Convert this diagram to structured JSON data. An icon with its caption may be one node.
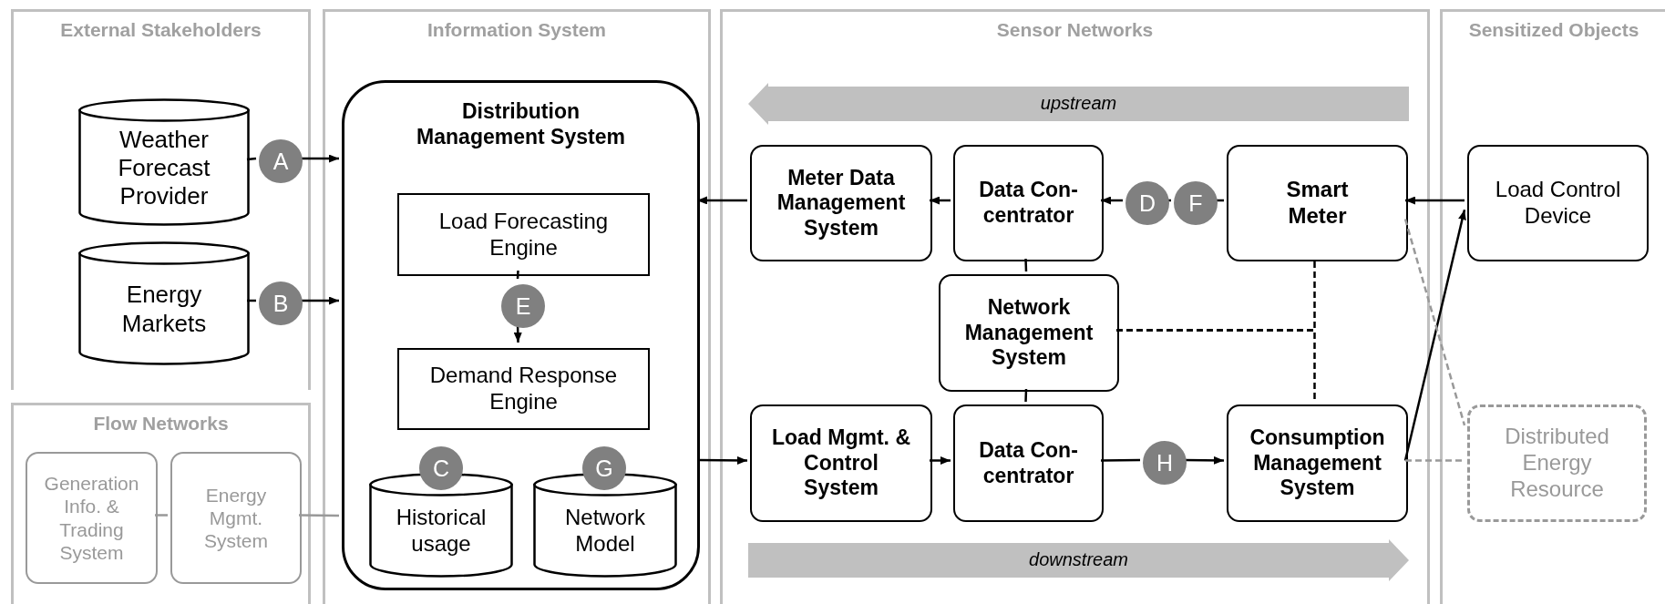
{
  "diagram": {
    "nodes": [
      {
        "text": [
          "External Stakeholders"
        ]
      },
      {
        "text": [
          "Weather Forecast Provider"
        ],
        "in": 0
      },
      {
        "text": [
          "A"
        ],
        "in": 0
      },
      {
        "text": [
          "Energy Markets"
        ],
        "in": 0
      },
      {
        "text": [
          "B"
        ],
        "in": 0
      },
      {
        "text": [
          "Information System"
        ]
      },
      {
        "text": [
          "Distribution Management System"
        ],
        "in": 5
      },
      {
        "text": [
          "Load Forecasting Engine"
        ],
        "in": 6
      },
      {
        "text": [
          "E"
        ],
        "in": 6
      },
      {
        "text": [
          "Demand Response Engine"
        ],
        "in": 6
      },
      {
        "text": [
          "C"
        ],
        "in": 6
      },
      {
        "text": [
          "Historical usage"
        ],
        "in": 6
      },
      {
        "text": [
          "G"
        ],
        "in": 6
      },
      {
        "text": [
          "Network Model"
        ],
        "in": 6
      },
      {
        "text": [
          "Flow Networks"
        ]
      },
      {
        "text": [
          "Generation Info. & Trading System"
        ],
        "in": 14
      },
      {
        "text": [
          "Energy Mgmt. System"
        ],
        "in": 14
      },
      {
        "text": [
          "Sensor Networks"
        ]
      },
      {
        "text": [
          "upstream"
        ],
        "in": 17
      },
      {
        "text": [
          "Meter Data Management System"
        ],
        "in": 17
      },
      {
        "text": [
          "Data Con- centrator"
        ],
        "in": 17
      },
      {
        "text": [
          "D"
        ],
        "in": 17
      },
      {
        "text": [
          "F"
        ],
        "in": 17
      },
      {
        "text": [
          "Smart Meter"
        ],
        "in": 17
      },
      {
        "text": [
          "Network Management System"
        ],
        "in": 17
      },
      {
        "text": [
          "Load Mgmt. & Control System"
        ],
        "in": 17
      },
      {
        "text": [
          "Data Con- centrator"
        ],
        "in": 17
      },
      {
        "text": [
          "H"
        ],
        "in": 17
      },
      {
        "text": [
          "Consumption Management System"
        ],
        "in": 17
      },
      {
        "text": [
          "downstream"
        ],
        "in": 17
      },
      {
        "text": [
          "Sensitized Objects"
        ]
      },
      {
        "text": [
          "Load Control Device"
        ],
        "in": 30
      },
      {
        "text": [
          "Distributed Energy Resource"
        ],
        "in": 30
      }
    ],
    "edges": [
      {
        "from": 1,
        "to": 2,
        "arrow": "none"
      },
      {
        "from": 2,
        "to": 6,
        "arrow": "to"
      },
      {
        "from": 3,
        "to": 4,
        "arrow": "none"
      },
      {
        "from": 4,
        "to": 6,
        "arrow": "to"
      },
      {
        "from": 7,
        "to": 8,
        "arrow": "none"
      },
      {
        "from": 8,
        "to": 9,
        "arrow": "to"
      },
      {
        "from": 19,
        "to": 6,
        "arrow": "to"
      },
      {
        "from": 20,
        "to": 19,
        "arrow": "to"
      },
      {
        "from": 22,
        "to": 21,
        "arrow": "none"
      },
      {
        "from": 23,
        "to": 22,
        "arrow": "none"
      },
      {
        "from": 21,
        "to": 20,
        "arrow": "to"
      },
      {
        "from": 31,
        "to": 23,
        "arrow": "to"
      },
      {
        "from": 28,
        "to": 31,
        "arrow": "to"
      },
      {
        "from": 20,
        "to": 24,
        "arrow": "none"
      },
      {
        "from": 24,
        "to": 26,
        "arrow": "none"
      },
      {
        "from": 24,
        "to": 23,
        "arrow": "none",
        "style": "dashed"
      },
      {
        "from": 24,
        "to": 28,
        "arrow": "none",
        "style": "dashed"
      },
      {
        "from": 6,
        "to": 25,
        "arrow": "to"
      },
      {
        "from": 25,
        "to": 26,
        "arrow": "to"
      },
      {
        "from": 26,
        "to": 27,
        "arrow": "none"
      },
      {
        "from": 27,
        "to": 28,
        "arrow": "to"
      },
      {
        "from": 28,
        "to": 32,
        "arrow": "none",
        "style": "dashed",
        "color": "#999999"
      },
      {
        "from": 23,
        "to": 32,
        "arrow": "none",
        "style": "dashed",
        "color": "#999999"
      },
      {
        "from": 15,
        "to": 16,
        "arrow": "none",
        "color": "#999999"
      },
      {
        "from": 16,
        "to": 6,
        "arrow": "none",
        "color": "#999999"
      }
    ]
  }
}
